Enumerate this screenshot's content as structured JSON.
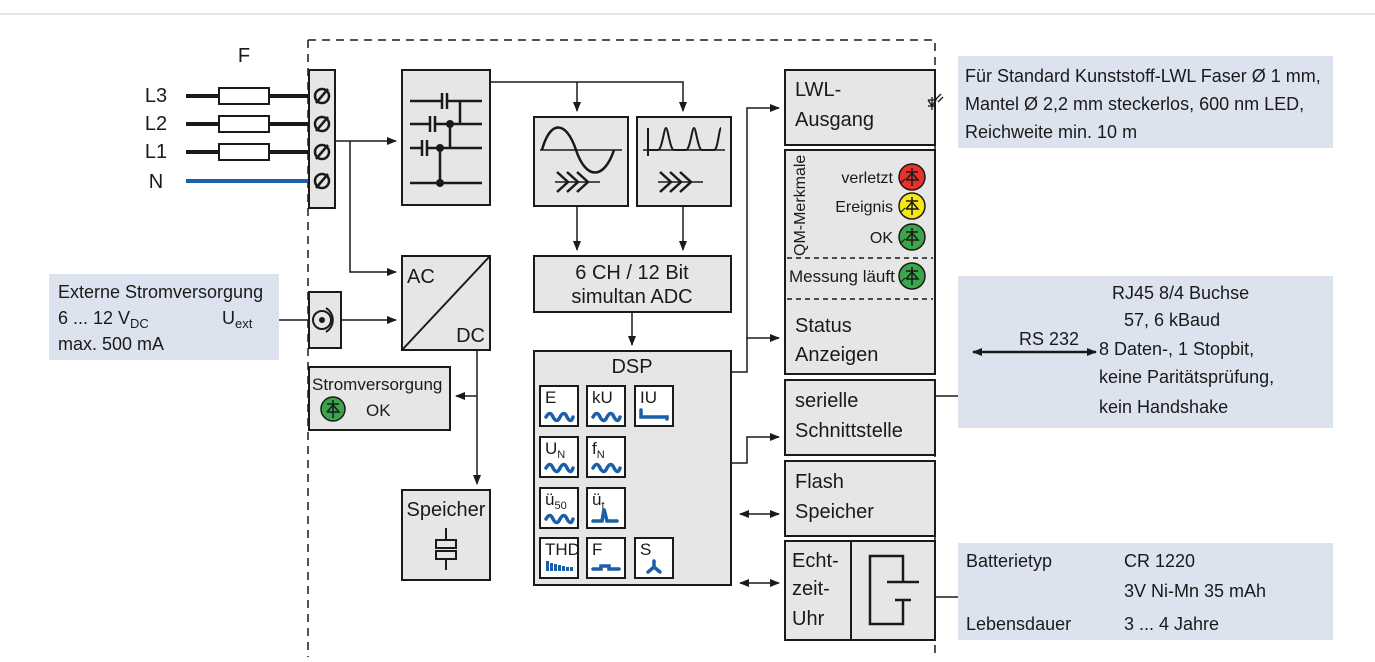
{
  "inputs": {
    "fuse_label": "F",
    "lines": [
      "L3",
      "L2",
      "L1",
      "N"
    ]
  },
  "capacitor_block": {},
  "filter_blocks": {},
  "adc": {
    "line1": "6 CH / 12 Bit",
    "line2": "simultan ADC"
  },
  "acdc": {
    "ac": "AC",
    "dc": "DC"
  },
  "external_power": {
    "title": "Externe Stromversorgung",
    "range_prefix": "6 ... 12 V",
    "range_sub": "DC",
    "uext_prefix": "U",
    "uext_sub": "ext",
    "max_current": "max. 500 mA"
  },
  "power_status": {
    "title": "Stromversorgung",
    "ok": "OK"
  },
  "memory": {
    "label": "Speicher"
  },
  "dsp": {
    "title": "DSP",
    "modules": [
      {
        "label": "E",
        "sub": ""
      },
      {
        "label": "kU",
        "sub": ""
      },
      {
        "label": "IU",
        "sub": ""
      },
      {
        "label": "U",
        "sub": "N"
      },
      {
        "label": "f",
        "sub": "N"
      },
      {
        "label": "ü",
        "sub": "50"
      },
      {
        "label": "ü",
        "sub": "t"
      },
      {
        "label": "THD",
        "sub": ""
      },
      {
        "label": "F",
        "sub": ""
      },
      {
        "label": "S",
        "sub": ""
      }
    ]
  },
  "lwl": {
    "line1": "LWL-",
    "line2": "Ausgang",
    "note": [
      "Für Standard Kunststoff-LWL Faser Ø 1 mm,",
      "Mantel Ø 2,2 mm steckerlos, 600 nm LED,",
      "Reichweite min. 10 m"
    ]
  },
  "qm": {
    "vertical_label": "QM-Merkmale",
    "items": [
      {
        "label": "verletzt",
        "color": "#e8312a"
      },
      {
        "label": "Ereignis",
        "color": "#f5e616"
      },
      {
        "label": "OK",
        "color": "#3aa64a"
      }
    ],
    "measurement": {
      "label": "Messung läuft",
      "color": "#3aa64a"
    }
  },
  "status": {
    "line1": "Status",
    "line2": "Anzeigen"
  },
  "serial": {
    "line1": "serielle",
    "line2": "Schnittstelle",
    "rs232": "RS 232",
    "note": [
      "RJ45 8/4 Buchse",
      "57, 6 kBaud",
      "8 Daten-, 1 Stopbit,",
      "keine Paritätsprüfung,",
      "kein Handshake"
    ]
  },
  "flash": {
    "line1": "Flash",
    "line2": "Speicher"
  },
  "rtc": {
    "lines": [
      "Echt-",
      "zeit-",
      "Uhr"
    ],
    "battery": {
      "type_label": "Batterietyp",
      "type_value": "CR 1220",
      "type_value2": "3V Ni-Mn 35 mAh",
      "life_label": "Lebensdauer",
      "life_value": "3 ... 4 Jahre"
    }
  },
  "colors": {
    "neutral_line": "#1b5fa8",
    "block_fill": "#e6e6e6",
    "note_fill": "#dde3ee",
    "icon_blue": "#1b5fa8"
  }
}
